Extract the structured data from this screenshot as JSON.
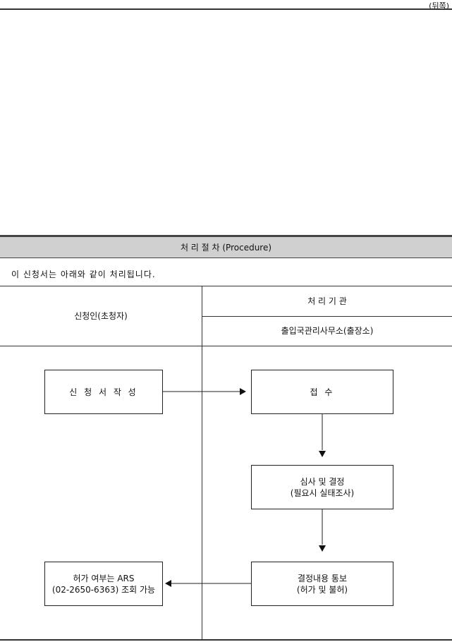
{
  "header": {
    "page_side": "(뒤쪽)"
  },
  "section": {
    "title": "처 리 절 차 (Procedure)",
    "intro": "이 신청서는 아래와 같이 처리됩니다."
  },
  "columns": {
    "applicant": "신청인(초청자)",
    "agency_group": "처 리 기 관",
    "agency": "출입국관리사무소(출장소)"
  },
  "steps": {
    "write": "신 청 서  작 성",
    "receive": "접 수",
    "review": "심사 및 결정\n(필요시 실태조사)",
    "notify": "결정내용 통보\n(허가 및 불허)",
    "inquiry": "허가 여부는 ARS\n(02-2650-6363) 조회 가능"
  }
}
